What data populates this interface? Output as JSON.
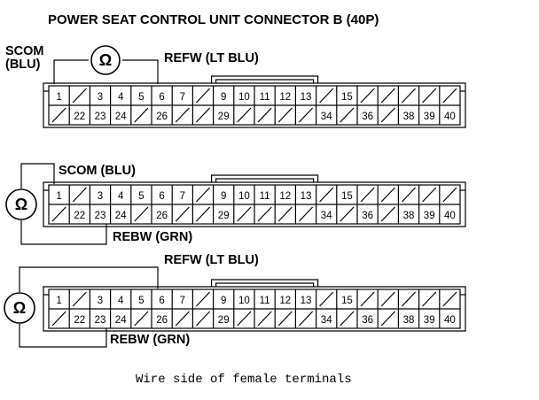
{
  "title": "POWER SEAT CONTROL UNIT CONNECTOR B (40P)",
  "caption": "Wire side of female terminals",
  "meter_symbol": "Ω",
  "meter_icon": "ohmmeter-icon",
  "connector": {
    "top_row": [
      "1",
      "",
      "3",
      "4",
      "5",
      "6",
      "7",
      "",
      "9",
      "10",
      "11",
      "12",
      "13",
      "",
      "15",
      "",
      "",
      "",
      "",
      ""
    ],
    "bottom_row": [
      "",
      "22",
      "23",
      "24",
      "",
      "26",
      "",
      "",
      "29",
      "",
      "",
      "",
      "",
      "34",
      "",
      "36",
      "",
      "38",
      "39",
      "40"
    ]
  },
  "labels": {
    "scom_line1": "SCOM",
    "scom_line2": "(BLU)",
    "refw": "REFW (LT BLU)",
    "scom": "SCOM (BLU)",
    "rebw": "REBW (GRN)"
  }
}
